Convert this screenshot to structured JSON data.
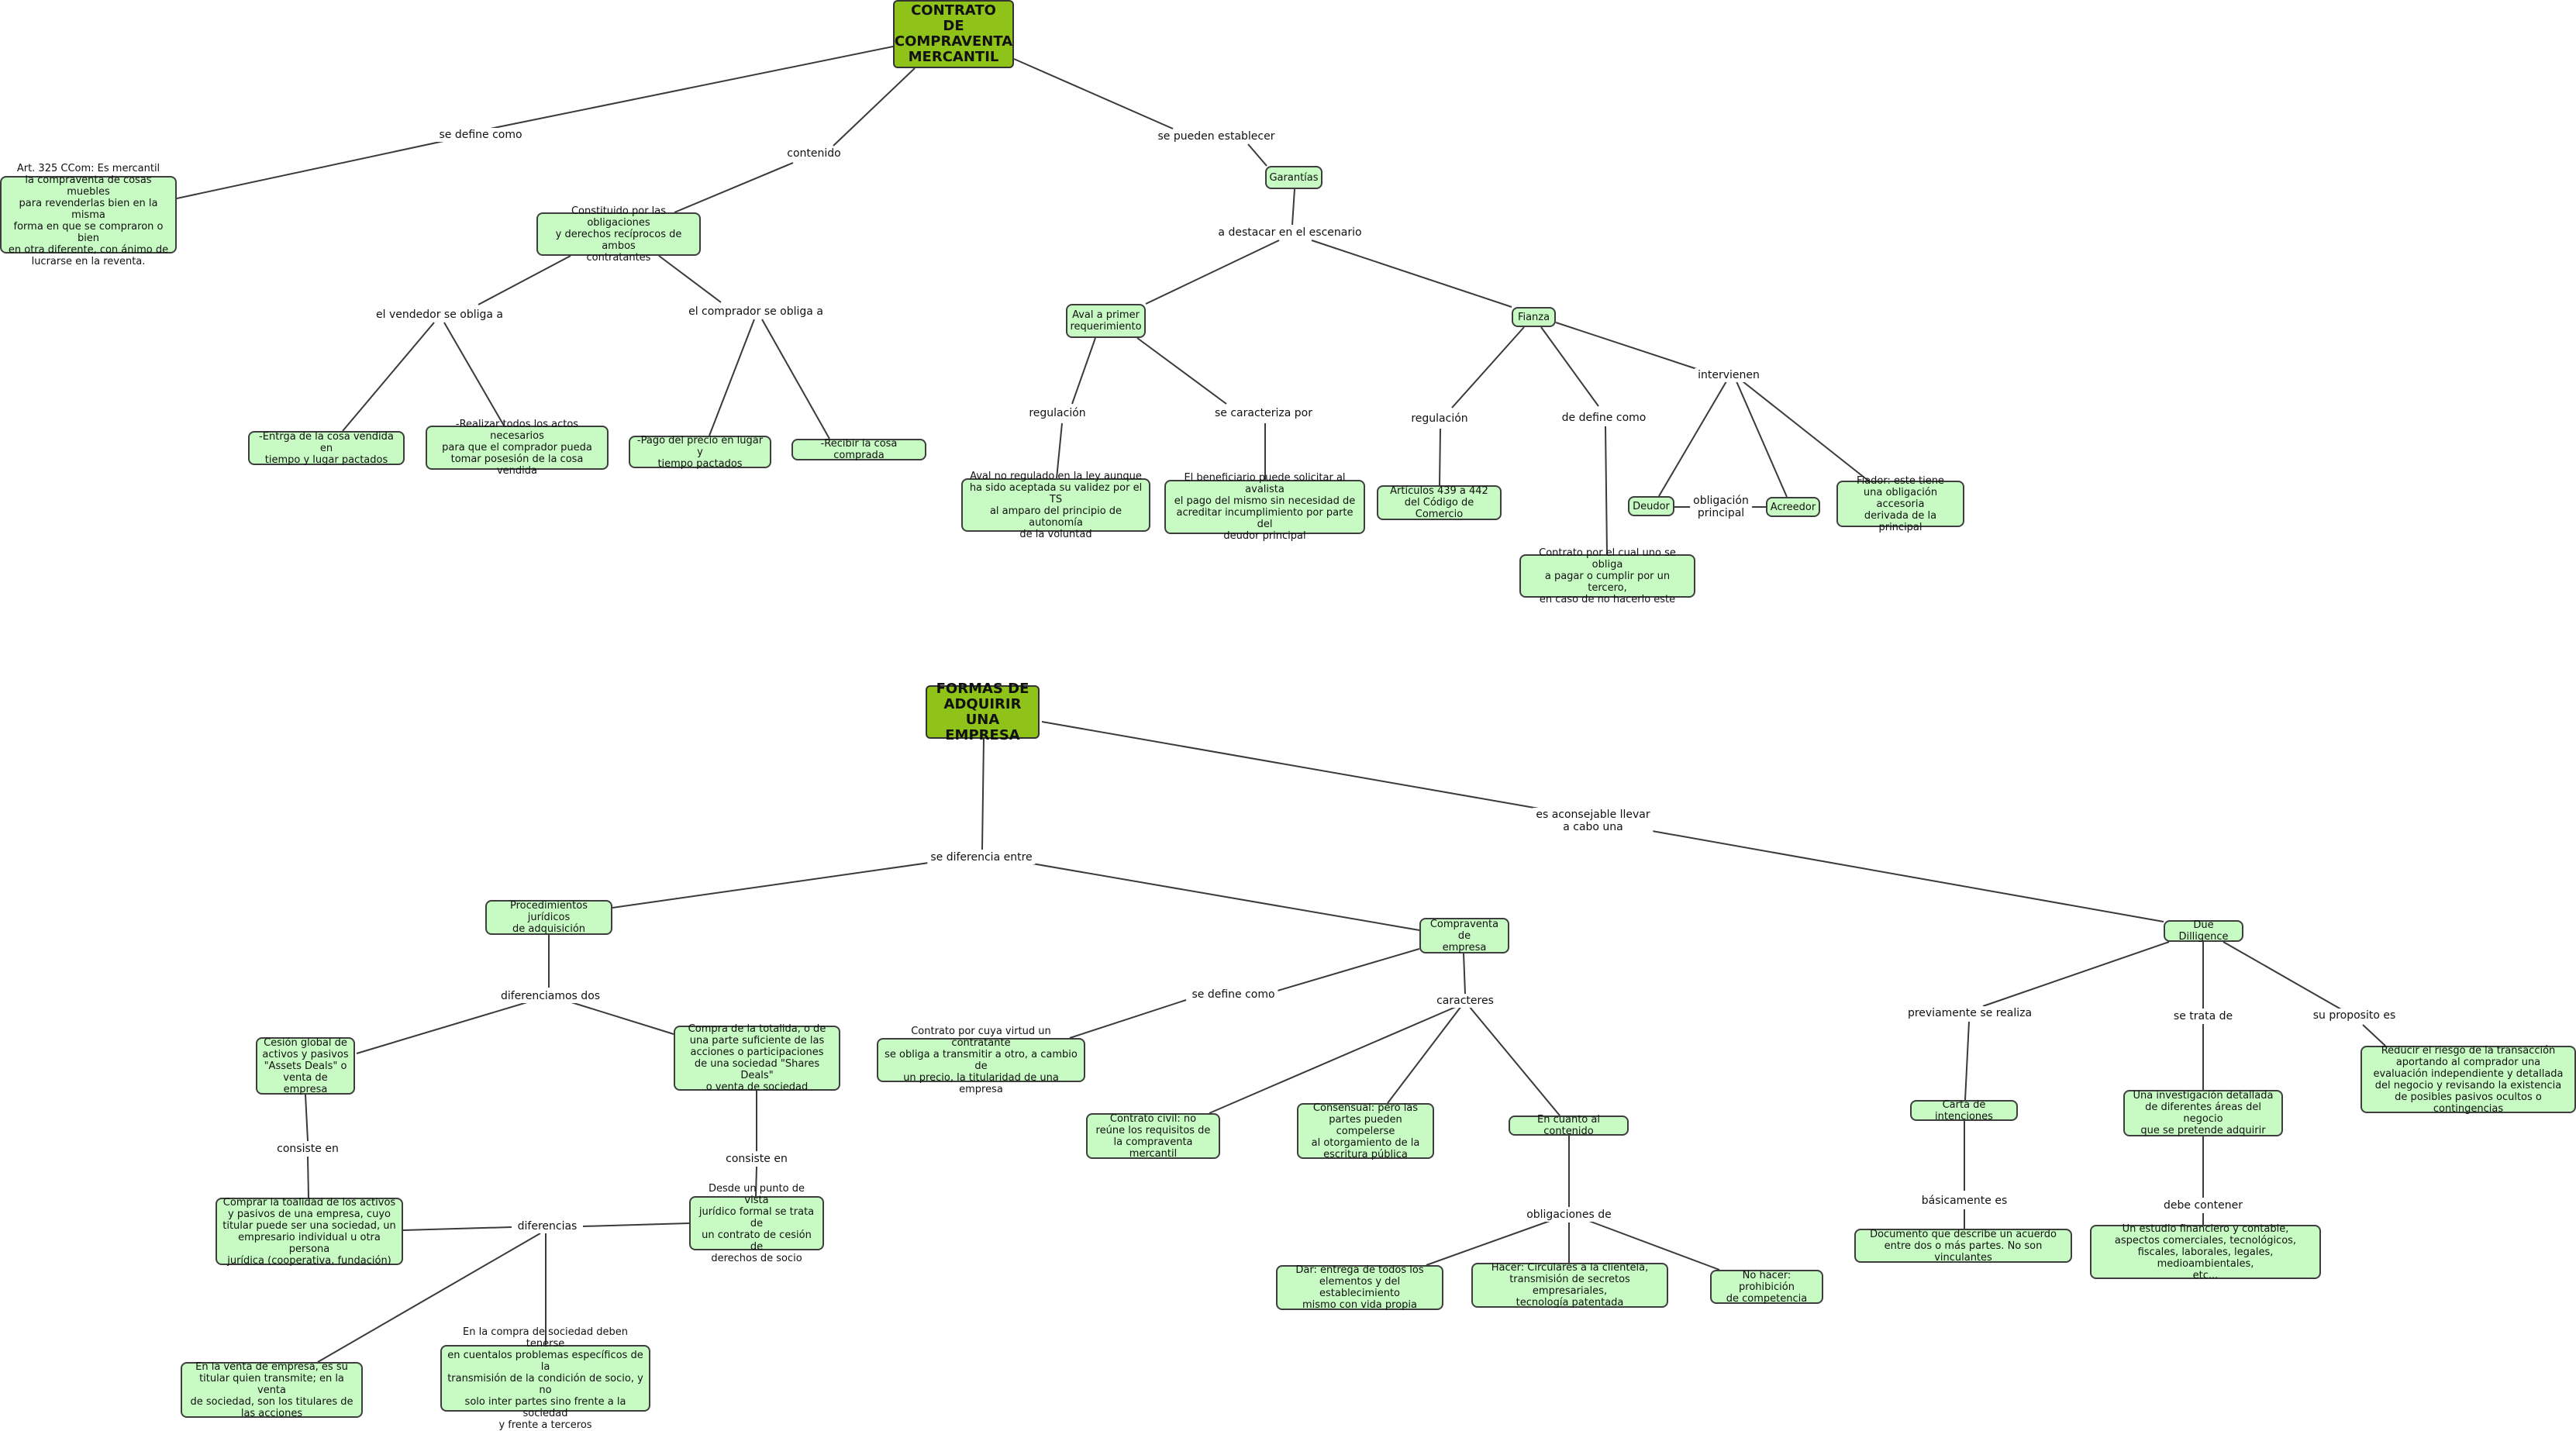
{
  "colors": {
    "root_fill": "#8fc31a",
    "node_fill": "#c8fbc4",
    "border": "#3e3e3e",
    "link": "#3a3a3a"
  },
  "nodes": {
    "contrato": "CONTRATO\nDE\nCOMPRAVENTA\nMERCANTIL",
    "art325": "Art. 325 CCom: Es mercantil\nla compraventa de cosas muebles\npara revenderlas bien en la misma\nforma en que se compraron o bien\nen otra diferente, con ánimo de\nlucrarse en la reventa.",
    "constituido": "Constituido por las obligaciones\ny derechos recíprocos de ambos\ncontratantes",
    "garantias": "Garantías",
    "entrega": "-Entrga de la cosa vendida en\ntiempo y lugar pactados",
    "realizar": "-Realizar todos los actos necesarios\npara que el comprador pueda\ntomar posesión de la cosa vendida",
    "pago": "-Pago del precio en lugar y\ntiempo pactados",
    "recibir": "-Recibir la cosa comprada",
    "aval": "Aval a primer\nrequerimiento",
    "fianza": "Fianza",
    "aval_reg": "Aval no regulado en la ley aunque\nha sido aceptada su validez por el TS\nal amparo del principio de autonomía\nde la voluntad",
    "beneficiario": "El beneficiario puede solicitar al avalista\nel pago del mismo sin necesidad de\nacreditar incumplimiento por parte del\ndeudor principal",
    "articulos": "Artículos 439 a 442\ndel Código de Comercio",
    "fianza_def": "Contrato por el cual uno se obliga\na pagar o cumplir por un tercero,\nen caso de no hacerlo este",
    "deudor": "Deudor",
    "acreedor": "Acreedor",
    "fiador": "Fiador: este tiene\nuna obligación accesoria\nderivada de la principal",
    "formas": "FORMAS DE\nADQUIRIR\nUNA EMPRESA",
    "proc": "Procedimientos jurídicos\nde adquisición",
    "compraventa_emp": "Compraventa de\nempresa",
    "due": "Due Dilligence",
    "cesion": "Cesión global de\nactivos y pasivos\n\"Assets Deals\" o\nventa de empresa",
    "compra_total": "Compra de la totalida, o de\nuna parte suficiente de las\nacciones o participaciones\nde una sociedad \"Shares Deals\"\no venta de sociedad",
    "comprar_activos": "Comprar la toalidad de los activos\ny pasivos de una empresa, cuyo\ntitular puede ser una sociedad, un\nempresario individual u otra persona\njurídica (cooperativa, fundación)",
    "desde_punto": "Desde un punto de vista\njurídico formal se trata de\nun contrato de cesión de\nderechos de socio",
    "venta_emp": "En la venta de empresa, es su\ntitular quien transmite; en la venta\nde sociedad, son los titulares de\nlas acciones",
    "compra_soc": "En la compra de sociedad deben tenerse\nen cuentalos problemas específicos de la\ntransmisión de la condición de socio, y no\nsolo inter partes sino frente a la sociedad\ny frente a terceros",
    "contrato_civil_def": "Contrato por cuya virtud un contratante\nse obliga a transmitir a otro, a cambio de\nun precio, la titularidad de una empresa",
    "contrato_civil": "Contrato civil: no\nreúne los requisitos de\nla compraventa mercantil",
    "consensual": "Consensual: pero las\npartes pueden compelerse\nal otorgamiento de la\nescritura pública",
    "contenido_node": "En cuanto al contenido",
    "dar": "Dar: entrega de todos los\nelementos y del establecimiento\nmismo con vida propia",
    "hacer": "Hacer: Circulares a la clientela,\ntransmisión de secretos empresariales,\ntecnología patentada",
    "no_hacer": "No hacer: prohibición\nde competencia",
    "carta": "Carta de intenciones",
    "investigacion": "Una investigación detallada\nde diferentes áreas del negocio\nque se pretende adquirir",
    "reducir": "Reducir el riesgo de la transacción\naportando al comprador una\nevaluación independiente y detallada\ndel negocio y revisando la existencia\nde posibles pasivos ocultos o contingencias",
    "documento": "Documento que describe un acuerdo\nentre dos o más partes. No son vinculantes",
    "estudio": "Un estudio financiero y contable,\naspectos comerciales, tecnológicos,\nfiscales, laborales, legales, medioambientales,\netc..."
  },
  "labels": {
    "se_define_como": "se define como",
    "contenido": "contenido",
    "se_pueden": "se pueden establecer",
    "vendedor": "el vendedor se obliga a",
    "comprador": "el comprador se obliga a",
    "a_destacar": "a destacar en el escenario",
    "regulacion1": "regulación",
    "se_caracteriza": "se caracteriza por",
    "regulacion2": "regulación",
    "de_define": "de define como",
    "intervienen": "intervienen",
    "obligacion": "obligación\nprincipal",
    "se_diferencia": "se diferencia entre",
    "aconsejable": "es aconsejable llevar\na cabo una",
    "diferenciamos": "diferenciamos dos",
    "consiste1": "consiste en",
    "consiste2": "consiste en",
    "diferencias": "diferencias",
    "se_define_como2": "se define como",
    "caracteres": "caracteres",
    "obligaciones_de": "obligaciones de",
    "previamente": "previamente se realiza",
    "se_trata": "se trata de",
    "su_proposito": "su proposito es",
    "basicamente": "básicamente es",
    "debe_contener": "debe contener"
  }
}
